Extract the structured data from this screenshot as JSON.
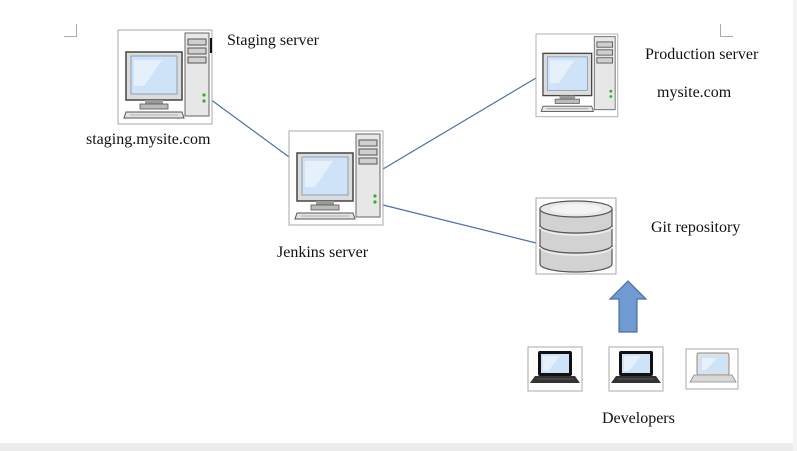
{
  "diagram": {
    "labels": {
      "staging_title": "Staging server",
      "staging_host": "staging.mysite.com",
      "jenkins": "Jenkins server",
      "production_title": "Production server",
      "production_host": "mysite.com",
      "git": "Git repository",
      "developers": "Developers"
    },
    "nodes": [
      {
        "id": "staging-server",
        "icon": "desktop-computer-icon"
      },
      {
        "id": "jenkins-server",
        "icon": "desktop-computer-icon"
      },
      {
        "id": "production-server",
        "icon": "desktop-computer-icon"
      },
      {
        "id": "git-repository",
        "icon": "database-icon"
      },
      {
        "id": "developer-laptops",
        "icon": "laptop-icon",
        "count": 3
      }
    ],
    "connections": [
      {
        "from": "jenkins-server",
        "to": "staging-server"
      },
      {
        "from": "jenkins-server",
        "to": "production-server"
      },
      {
        "from": "jenkins-server",
        "to": "git-repository"
      },
      {
        "from": "developer-laptops",
        "to": "git-repository",
        "style": "arrow"
      }
    ],
    "colors": {
      "connector": "#4a72a8",
      "arrow_fill": "#6f9bd2",
      "arrow_stroke": "#4a6f9d",
      "screen": "#cfe3f8"
    }
  }
}
